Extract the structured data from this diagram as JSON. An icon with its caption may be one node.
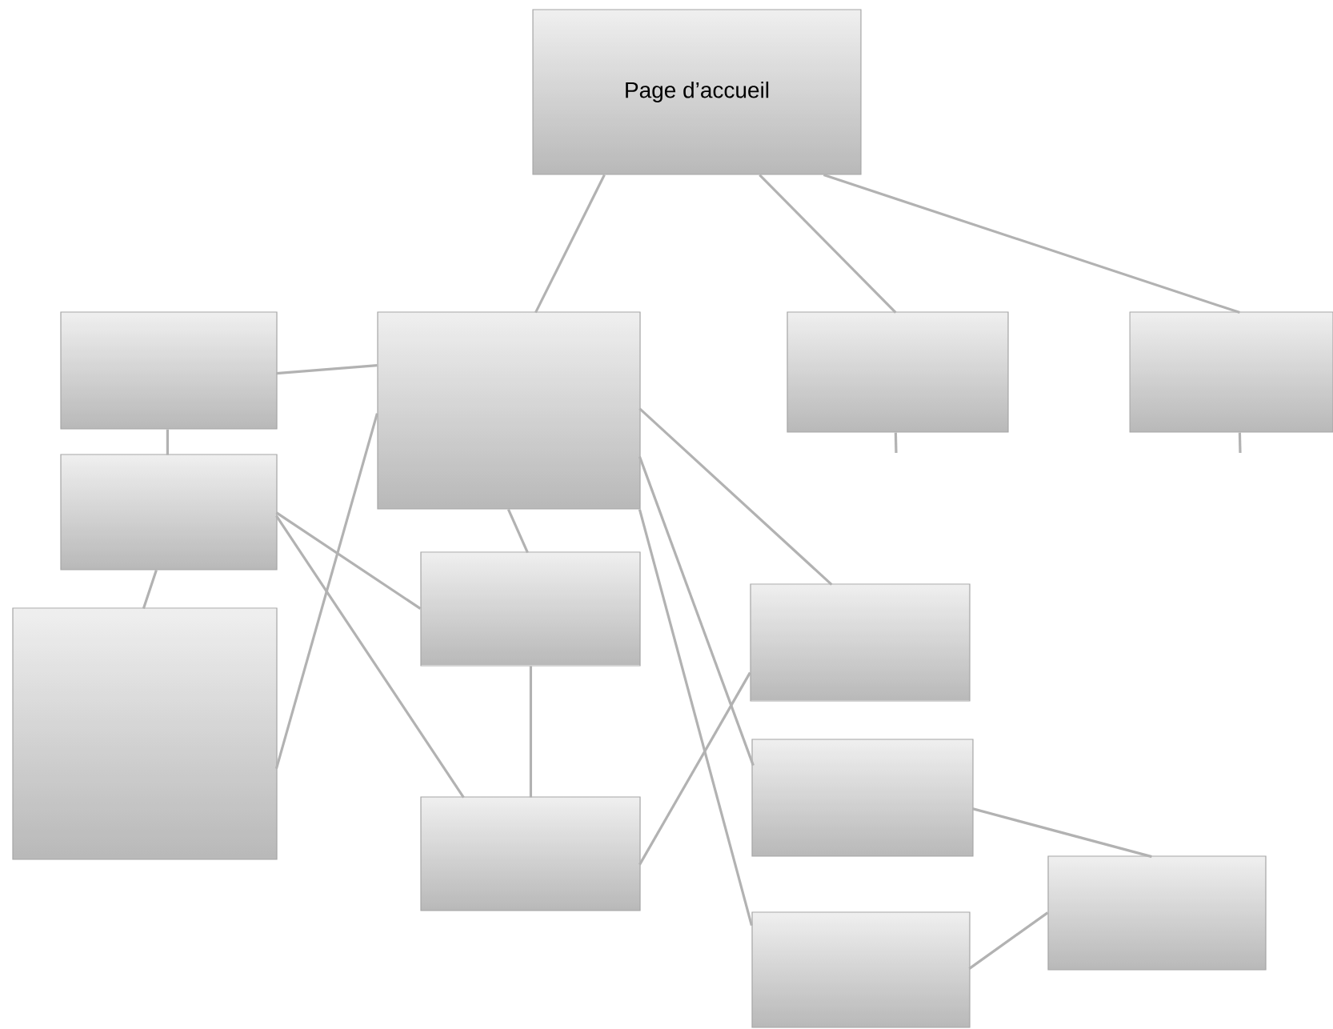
{
  "diagram": {
    "nodes": [
      {
        "text": [
          "Page d’accueil"
        ]
      },
      {
        "text": [],
        "shape": "box"
      },
      {
        "text": [],
        "shape": "box"
      },
      {
        "text": [],
        "shape": "box"
      },
      {
        "text": [],
        "shape": "box"
      },
      {
        "text": [],
        "shape": "box"
      },
      {
        "text": [],
        "shape": "box"
      },
      {
        "text": [],
        "shape": "box"
      },
      {
        "text": [],
        "shape": "box"
      },
      {
        "text": [],
        "shape": "box"
      },
      {
        "text": [],
        "shape": "box"
      },
      {
        "text": [],
        "shape": "box"
      },
      {
        "text": [],
        "shape": "box"
      }
    ],
    "edges": [
      {
        "from": 0,
        "to": 2,
        "arrow": "none"
      },
      {
        "from": 0,
        "to": 3,
        "arrow": "none"
      },
      {
        "from": 0,
        "to": 4,
        "arrow": "none"
      },
      {
        "from": 1,
        "to": 2,
        "arrow": "none"
      },
      {
        "from": 1,
        "to": 5,
        "arrow": "none"
      },
      {
        "from": 5,
        "to": 6,
        "arrow": "none"
      },
      {
        "from": 5,
        "to": 7,
        "arrow": "none"
      },
      {
        "from": 5,
        "to": 10,
        "arrow": "none"
      },
      {
        "from": 6,
        "to": 2,
        "arrow": "none"
      },
      {
        "from": 2,
        "to": 7,
        "arrow": "none"
      },
      {
        "from": 7,
        "to": 10,
        "arrow": "none"
      },
      {
        "from": 2,
        "to": 8,
        "arrow": "none"
      },
      {
        "from": 2,
        "to": 9,
        "arrow": "none"
      },
      {
        "from": 2,
        "to": 12,
        "arrow": "none"
      },
      {
        "from": 10,
        "to": 8,
        "arrow": "none"
      },
      {
        "from": 9,
        "to": 11,
        "arrow": "none"
      },
      {
        "from": 12,
        "to": 11,
        "arrow": "none"
      },
      {
        "from": 3,
        "to": null,
        "arrow": "none"
      },
      {
        "from": 4,
        "to": null,
        "arrow": "none"
      }
    ]
  }
}
